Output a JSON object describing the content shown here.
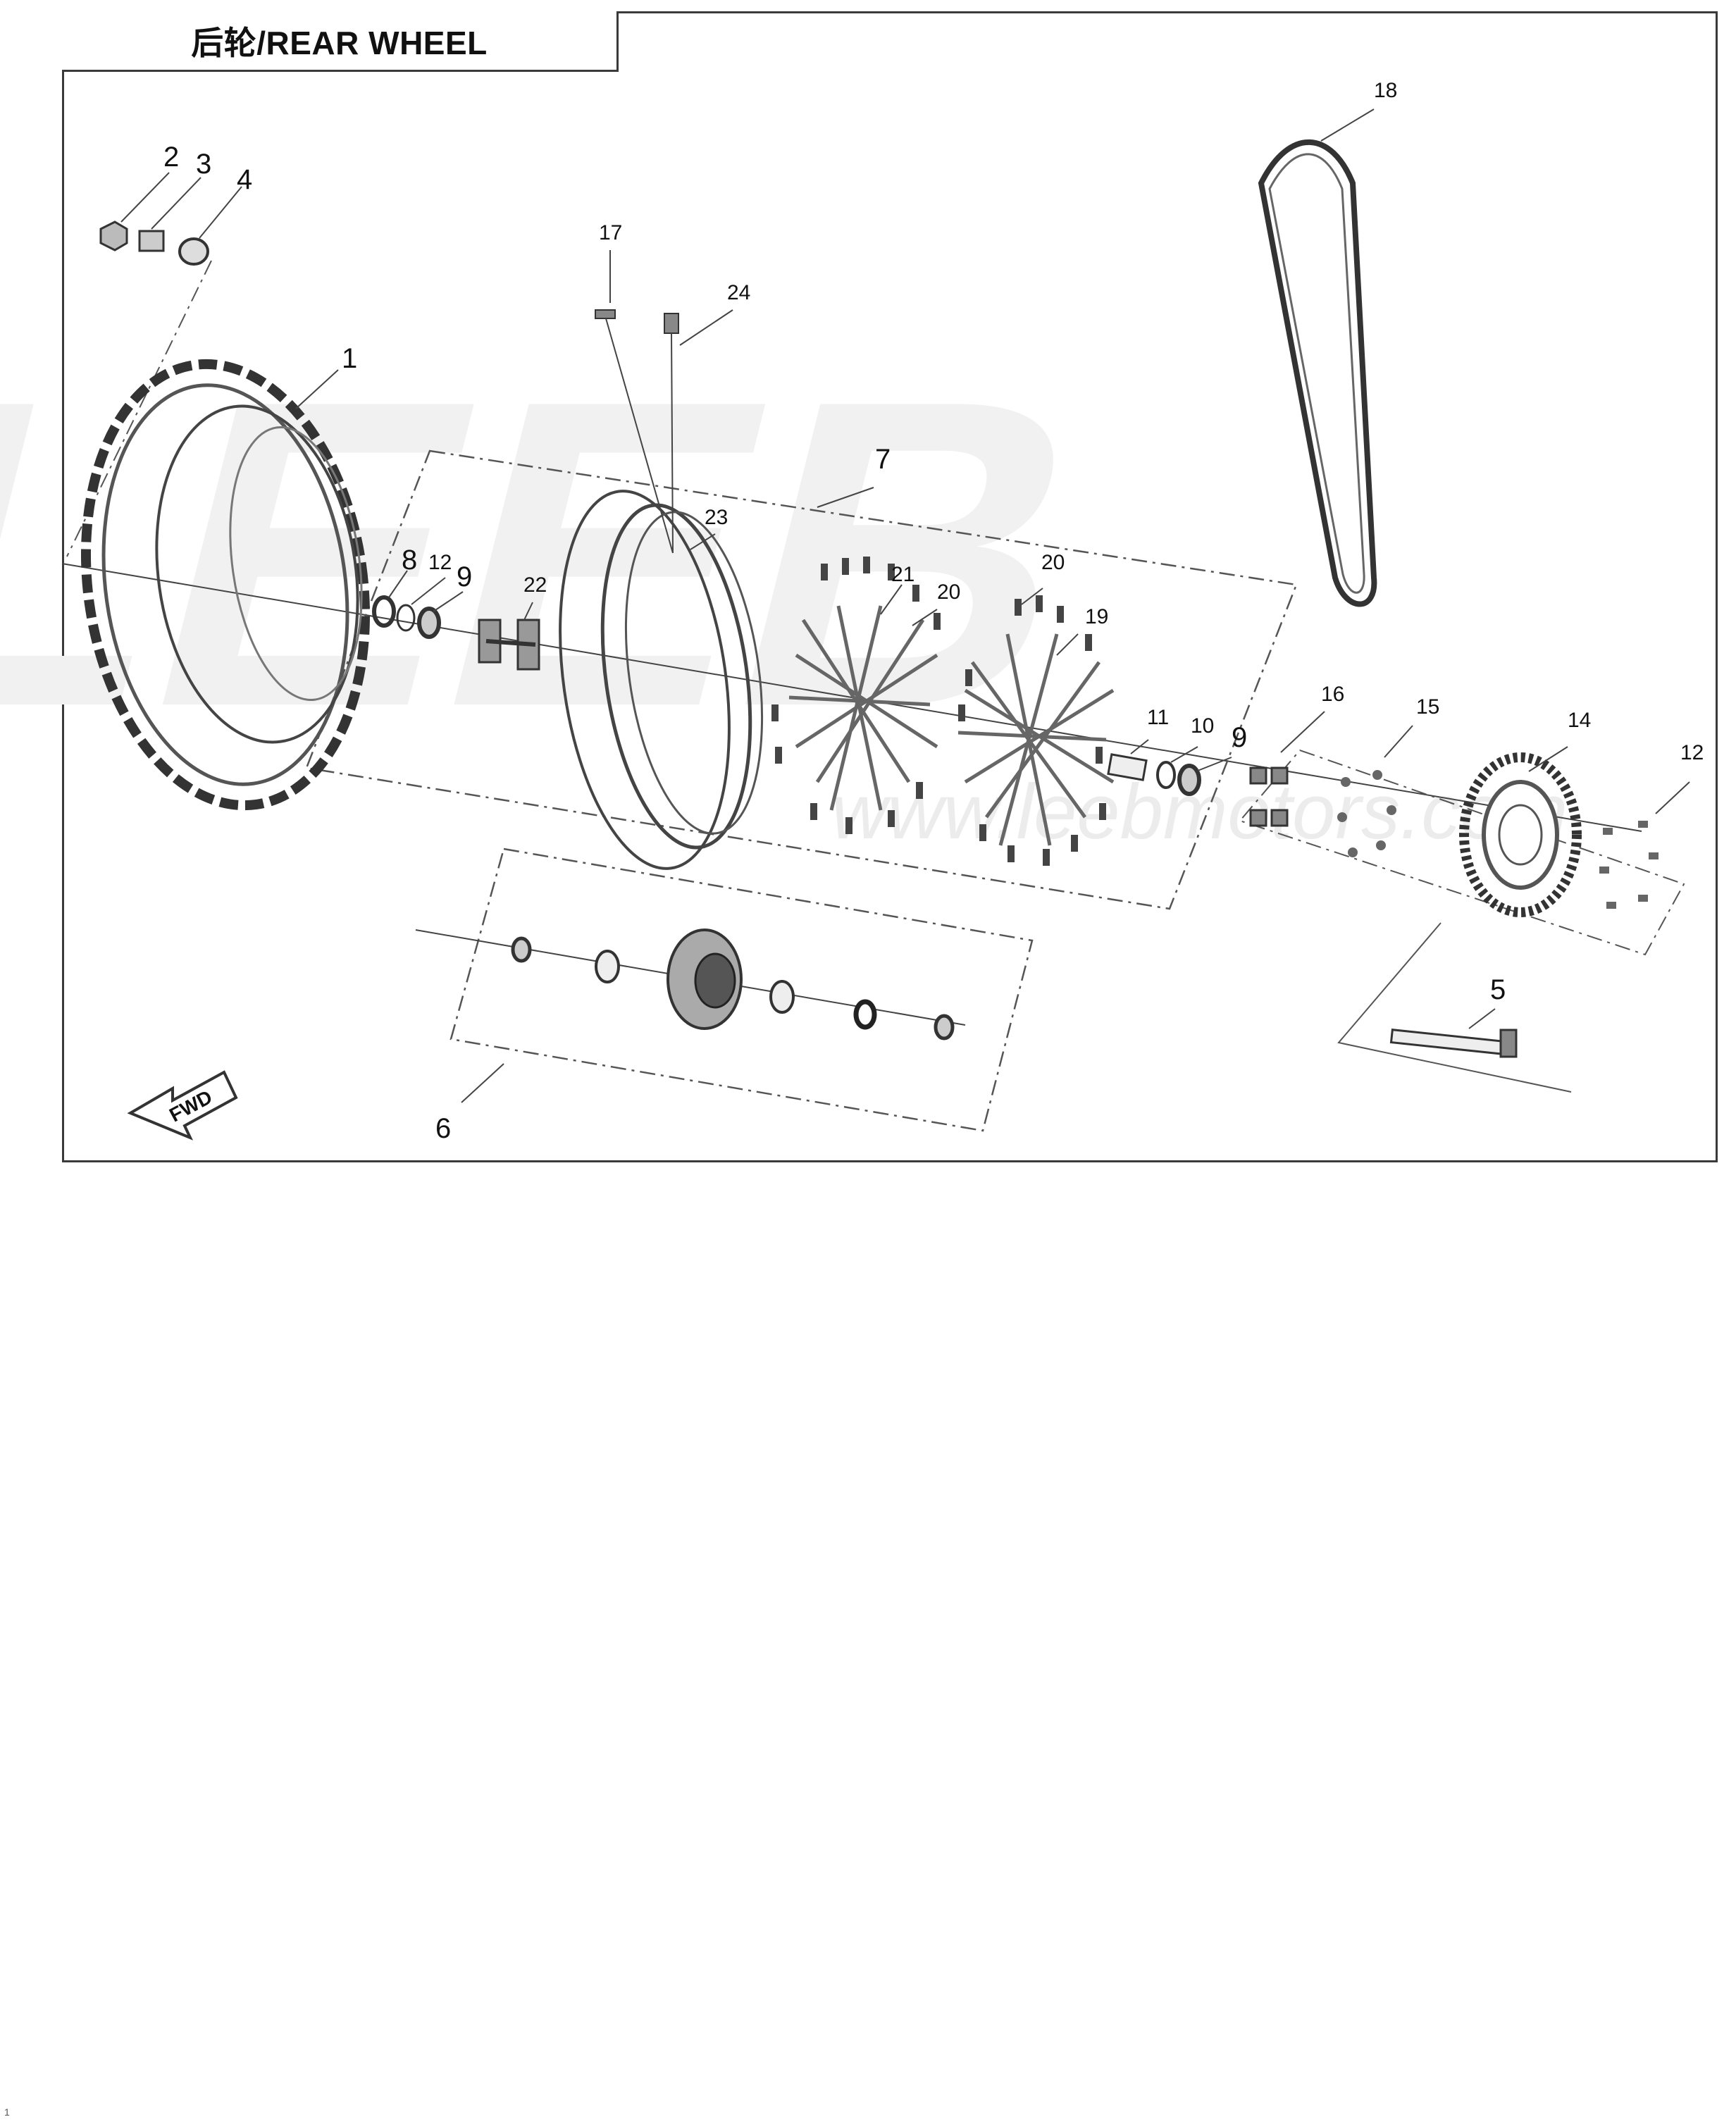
{
  "title": "后轮/REAR WHEEL",
  "watermark": {
    "brand": "LEEB",
    "url": "www.leebmotors.com"
  },
  "fwd_label": "FWD",
  "callouts": [
    {
      "id": "c1",
      "label": "1"
    },
    {
      "id": "c2",
      "label": "2"
    },
    {
      "id": "c3",
      "label": "3"
    },
    {
      "id": "c4",
      "label": "4"
    },
    {
      "id": "c5",
      "label": "5"
    },
    {
      "id": "c6",
      "label": "6"
    },
    {
      "id": "c7",
      "label": "7"
    },
    {
      "id": "c8",
      "label": "8"
    },
    {
      "id": "c9a",
      "label": "9"
    },
    {
      "id": "c9b",
      "label": "9"
    },
    {
      "id": "c10",
      "label": "10"
    },
    {
      "id": "c11",
      "label": "11"
    },
    {
      "id": "c12a",
      "label": "12"
    },
    {
      "id": "c12b",
      "label": "12"
    },
    {
      "id": "c14",
      "label": "14"
    },
    {
      "id": "c15",
      "label": "15"
    },
    {
      "id": "c16",
      "label": "16"
    },
    {
      "id": "c17",
      "label": "17"
    },
    {
      "id": "c18",
      "label": "18"
    },
    {
      "id": "c19",
      "label": "19"
    },
    {
      "id": "c20a",
      "label": "20"
    },
    {
      "id": "c20b",
      "label": "20"
    },
    {
      "id": "c21",
      "label": "21"
    },
    {
      "id": "c22",
      "label": "22"
    },
    {
      "id": "c23",
      "label": "23"
    },
    {
      "id": "c24",
      "label": "24"
    }
  ],
  "page_number": "1"
}
